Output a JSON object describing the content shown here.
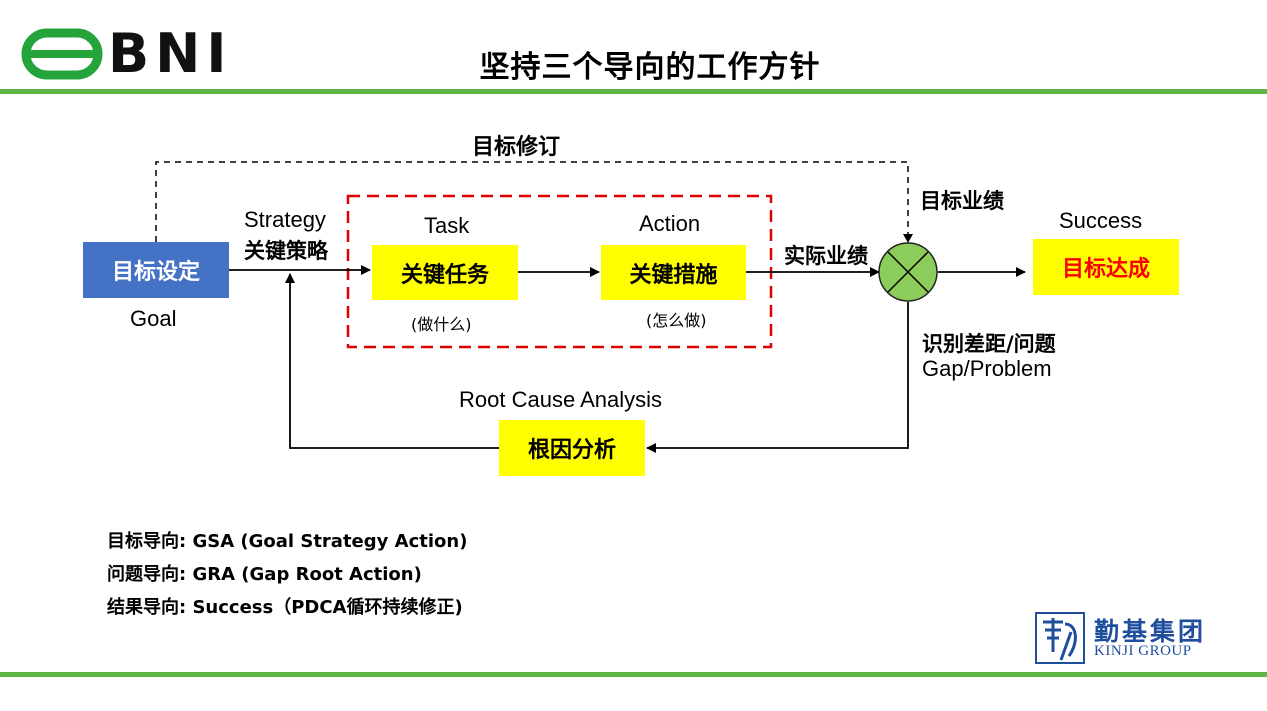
{
  "header": {
    "logo_text": "BNI",
    "title": "坚持三个导向的工作方针"
  },
  "diagram": {
    "goal_box": "目标设定",
    "goal_label": "Goal",
    "strategy_en": "Strategy",
    "strategy_cn": "关键策略",
    "task_en": "Task",
    "task_box": "关键任务",
    "task_note": "(做什么)",
    "action_en": "Action",
    "action_box": "关键措施",
    "action_note": "(怎么做)",
    "actual_performance": "实际业绩",
    "goal_revision": "目标修订",
    "target_performance": "目标业绩",
    "gap_cn": "识别差距/问题",
    "gap_en": "Gap/Problem",
    "root_cause_en": "Root Cause Analysis",
    "root_cause_box": "根因分析",
    "success_en": "Success",
    "success_box": "目标达成"
  },
  "notes": [
    "目标导向: GSA (Goal Strategy Action)",
    "问题导向: GRA (Gap Root Action)",
    "结果导向: Success（PDCA循环持续修正)"
  ],
  "footer": {
    "company_cn": "勤基集团",
    "company_en": "KINJI GROUP"
  },
  "colors": {
    "accent_green": "#5bb444",
    "goal_blue": "#4472c4",
    "highlight_yellow": "#ffff00",
    "dashed_red": "#e00000",
    "success_red": "#ff0000",
    "comparator_green": "#8ccc5a",
    "kinji_blue": "#1f4f9c"
  }
}
